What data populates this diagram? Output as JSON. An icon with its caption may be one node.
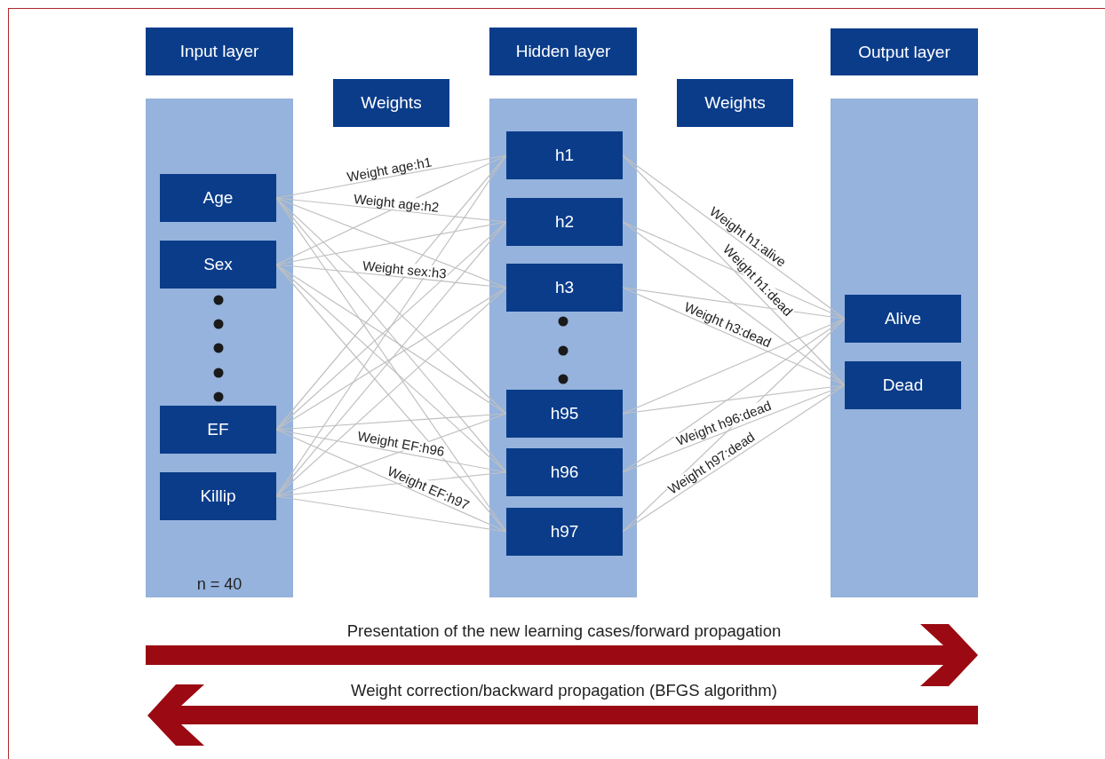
{
  "diagram": {
    "nodes": [
      {
        "text": [
          "Input layer"
        ]
      },
      {
        "text": [
          "Hidden layer"
        ]
      },
      {
        "text": [
          "Output layer"
        ]
      },
      {
        "text": [
          "Weights"
        ]
      },
      {
        "text": [
          "Weights"
        ]
      },
      {
        "text": [
          "n = 40"
        ]
      },
      {
        "text": [
          "Age"
        ],
        "in": 5
      },
      {
        "text": [
          "Sex"
        ],
        "in": 5
      },
      {
        "text": [
          "EF"
        ],
        "in": 5
      },
      {
        "text": [
          "Killip"
        ],
        "in": 5
      },
      {
        "text": [],
        "shape": "box"
      },
      {
        "text": [
          "h1"
        ],
        "in": 10
      },
      {
        "text": [
          "h2"
        ],
        "in": 10
      },
      {
        "text": [
          "h3"
        ],
        "in": 10
      },
      {
        "text": [
          "h95"
        ],
        "in": 10
      },
      {
        "text": [
          "h96"
        ],
        "in": 10
      },
      {
        "text": [
          "h97"
        ],
        "in": 10
      },
      {
        "text": [],
        "shape": "box"
      },
      {
        "text": [
          "Alive"
        ],
        "in": 17
      },
      {
        "text": [
          "Dead"
        ],
        "in": 17
      }
    ],
    "edges": [
      {
        "from": 6,
        "to": 11,
        "arrow": "none",
        "label": "Weight age:h1"
      },
      {
        "from": 6,
        "to": 12,
        "arrow": "none",
        "label": "Weight age:h2"
      },
      {
        "from": 6,
        "to": 13,
        "arrow": "none"
      },
      {
        "from": 6,
        "to": 14,
        "arrow": "none"
      },
      {
        "from": 6,
        "to": 15,
        "arrow": "none"
      },
      {
        "from": 6,
        "to": 16,
        "arrow": "none"
      },
      {
        "from": 7,
        "to": 11,
        "arrow": "none"
      },
      {
        "from": 7,
        "to": 12,
        "arrow": "none"
      },
      {
        "from": 7,
        "to": 13,
        "arrow": "none",
        "label": "Weight sex:h3"
      },
      {
        "from": 7,
        "to": 14,
        "arrow": "none"
      },
      {
        "from": 7,
        "to": 15,
        "arrow": "none"
      },
      {
        "from": 7,
        "to": 16,
        "arrow": "none"
      },
      {
        "from": 8,
        "to": 11,
        "arrow": "none"
      },
      {
        "from": 8,
        "to": 12,
        "arrow": "none"
      },
      {
        "from": 8,
        "to": 13,
        "arrow": "none"
      },
      {
        "from": 8,
        "to": 14,
        "arrow": "none"
      },
      {
        "from": 8,
        "to": 15,
        "arrow": "none",
        "label": "Weight EF:h96"
      },
      {
        "from": 8,
        "to": 16,
        "arrow": "none",
        "label": "Weight EF:h97"
      },
      {
        "from": 9,
        "to": 11,
        "arrow": "none"
      },
      {
        "from": 9,
        "to": 12,
        "arrow": "none"
      },
      {
        "from": 9,
        "to": 13,
        "arrow": "none"
      },
      {
        "from": 9,
        "to": 14,
        "arrow": "none"
      },
      {
        "from": 9,
        "to": 15,
        "arrow": "none"
      },
      {
        "from": 9,
        "to": 16,
        "arrow": "none"
      },
      {
        "from": 11,
        "to": 18,
        "arrow": "none",
        "label": "Weight h1:alive"
      },
      {
        "from": 11,
        "to": 19,
        "arrow": "none",
        "label": "Weight h1:dead"
      },
      {
        "from": 12,
        "to": 18,
        "arrow": "none"
      },
      {
        "from": 12,
        "to": 19,
        "arrow": "none"
      },
      {
        "from": 13,
        "to": 18,
        "arrow": "none"
      },
      {
        "from": 13,
        "to": 19,
        "arrow": "none",
        "label": "Weight h3:dead"
      },
      {
        "from": 14,
        "to": 18,
        "arrow": "none"
      },
      {
        "from": 14,
        "to": 19,
        "arrow": "none"
      },
      {
        "from": 15,
        "to": 18,
        "arrow": "none"
      },
      {
        "from": 15,
        "to": 19,
        "arrow": "none",
        "label": "Weight h96:dead"
      },
      {
        "from": 16,
        "to": 18,
        "arrow": "none"
      },
      {
        "from": 16,
        "to": 19,
        "arrow": "none",
        "label": "Weight h97:dead"
      }
    ],
    "labels": [
      "Presentation of the new learning cases/forward propagation",
      "Weight correction/backward propagation (BFGS algorithm)"
    ]
  }
}
